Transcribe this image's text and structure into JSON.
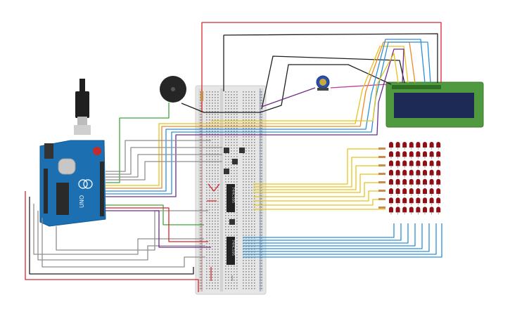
{
  "arduino": {
    "brand_text": "UNO",
    "board_color": "#1c6fb0",
    "pcb_dark": "#15588e"
  },
  "lcd": {
    "frame_color": "#4f9a3e",
    "screen_color": "#1c2a55"
  },
  "ic_chips": [
    {
      "label": "74HC595"
    },
    {
      "label": "74HC595"
    }
  ],
  "led_matrix": {
    "rows": 8,
    "cols": 8,
    "led_color": "#8f0f14"
  },
  "wire_colors": {
    "red": "#d8272e",
    "black": "#1f1f1f",
    "yellow": "#e8c21a",
    "orange": "#ee8a21",
    "blue": "#2d8fd6",
    "purple": "#6a2c8c",
    "green": "#3ca83c",
    "gray": "#8f8f8f"
  }
}
